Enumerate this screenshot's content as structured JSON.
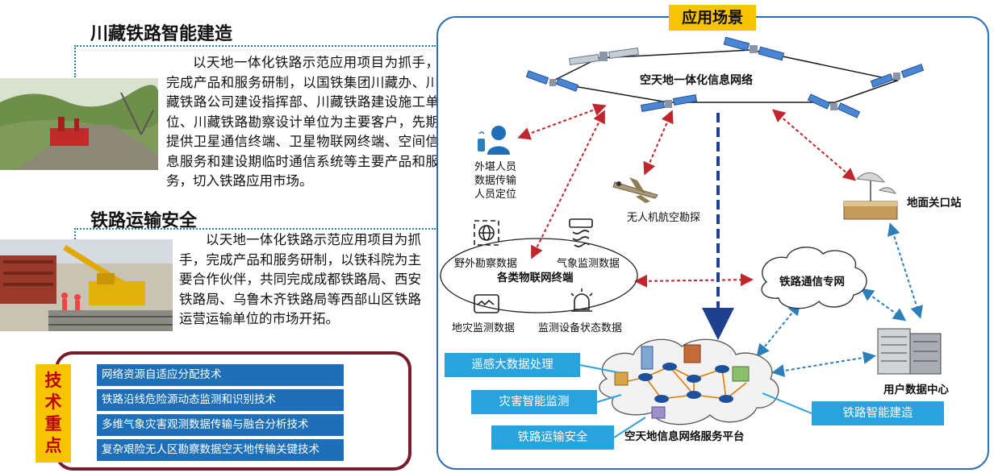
{
  "left": {
    "section1": {
      "title": "川藏铁路智能建造",
      "paragraph": "以天地一体化铁路示范应用项目为抓手，完成产品和服务研制，以国铁集团川藏办、川藏铁路公司建设指挥部、川藏铁路建设施工单位、川藏铁路勘察设计单位为主要客户，先期提供卫星通信终端、卫星物联网终端、空间信息服务和建设期临时通信系统等主要产品和服务，切入铁路应用市场。"
    },
    "section2": {
      "title": "铁路运输安全",
      "paragraph": "以天地一体化铁路示范应用项目为抓手，完成产品和服务研制，以铁科院为主要合作伙伴，共同完成成都铁路局、西安铁路局、乌鲁木齐铁路局等西部山区铁路运营运输单位的市场开拓。"
    },
    "tech": {
      "tag_chars": [
        "技",
        "术",
        "重",
        "点"
      ],
      "items": [
        "网络资源自适应分配技术",
        "铁路沿线危险源动态监测和识别技术",
        "多维气象灾害观测数据传输与融合分析技术",
        "复杂艰险无人区勘察数据空天地传输关键技术"
      ]
    }
  },
  "right": {
    "title": "应用场景",
    "network_label": "空天地一体化信息网络",
    "field_staff": "外堪人员数据传输人员定位",
    "uav": "无人机航空勘探",
    "ground_station": "地面关口站",
    "iot_terminal": "各类物联网终端",
    "field_survey": "野外勘察数据",
    "weather": "气象监测数据",
    "disaster": "地灾监测数据",
    "device_status": "监测设备状态数据",
    "rail_private_net": "铁路通信专网",
    "user_dc": "用户数据中心",
    "platform": "空天地信息网络服务平台",
    "apps": [
      "遥感大数据处理",
      "灾害智能监测",
      "铁路运输安全",
      "铁路智能建造"
    ]
  },
  "colors": {
    "accent_yellow": "#f6c400",
    "tech_blue": "#1e6fb8",
    "app_blue": "#29a3de",
    "arrow_red": "#c0262d",
    "arrow_navy": "#1f3f8f",
    "arrow_teal": "#2c7fb8",
    "frame_blue": "#2f6fb3",
    "box_maroon": "#7a1b2b"
  }
}
